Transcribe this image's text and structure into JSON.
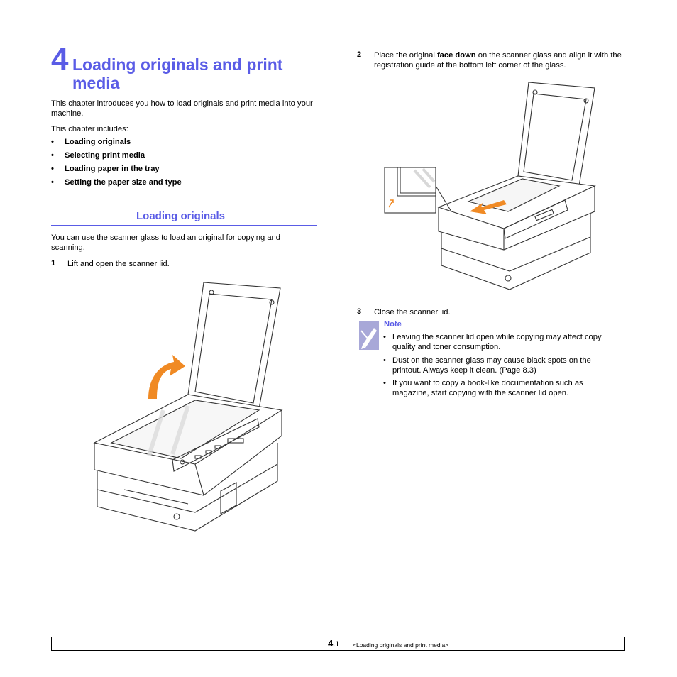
{
  "chapter": {
    "number": "4",
    "title": "Loading originals and print media"
  },
  "intro": {
    "paragraph": "This chapter introduces you how to load originals and print media into your machine.",
    "includes_label": "This chapter includes:",
    "items": [
      "Loading originals",
      "Selecting print media",
      "Loading paper in the tray",
      "Setting the paper size and type"
    ]
  },
  "section": {
    "title": "Loading originals",
    "paragraph": "You can use the scanner glass to load an original for copying and scanning."
  },
  "steps": [
    {
      "num": "1",
      "text": "Lift and open the scanner lid."
    },
    {
      "num": "2",
      "text_before": "Place the original ",
      "text_bold": "face down",
      "text_after": " on the scanner glass and align it with the registration guide at the bottom left corner of the glass."
    },
    {
      "num": "3",
      "text": "Close the scanner lid."
    }
  ],
  "note": {
    "label": "Note",
    "icon": "note-pencil-icon",
    "items": [
      "Leaving the scanner lid open while copying may affect copy quality and toner consumption.",
      "Dust on the scanner glass may cause black spots on the printout. Always keep it clean. (Page 8.3)",
      "If you want to copy a book-like documentation such as magazine, start copying with the scanner lid open."
    ]
  },
  "footer": {
    "page_major": "4",
    "page_minor": ".1",
    "label": "<Loading originals and print media>"
  },
  "colors": {
    "accent": "#5a5ce6",
    "arrow": "#f08a24"
  }
}
